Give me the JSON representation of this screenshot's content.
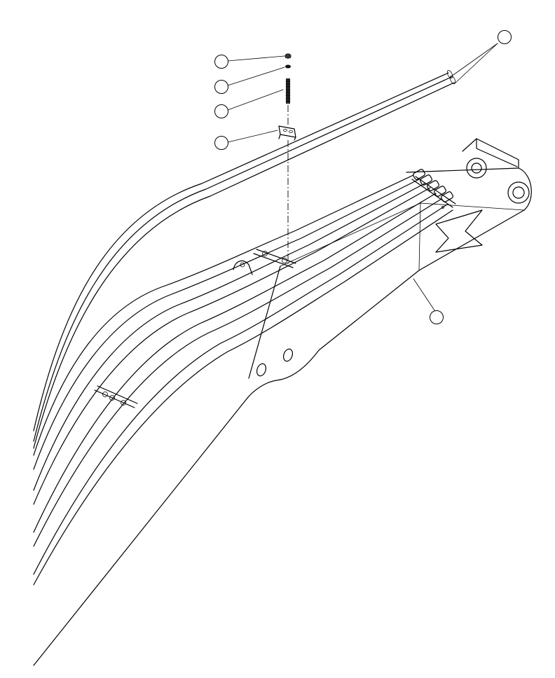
{
  "diagram": {
    "colors": {
      "line": "#000000",
      "background": "#ffffff"
    },
    "callouts": [
      {
        "id": "nut",
        "label": ""
      },
      {
        "id": "washer",
        "label": ""
      },
      {
        "id": "stud",
        "label": ""
      },
      {
        "id": "clamp",
        "label": ""
      },
      {
        "id": "tubes",
        "label": ""
      },
      {
        "id": "boom",
        "label": ""
      }
    ]
  }
}
